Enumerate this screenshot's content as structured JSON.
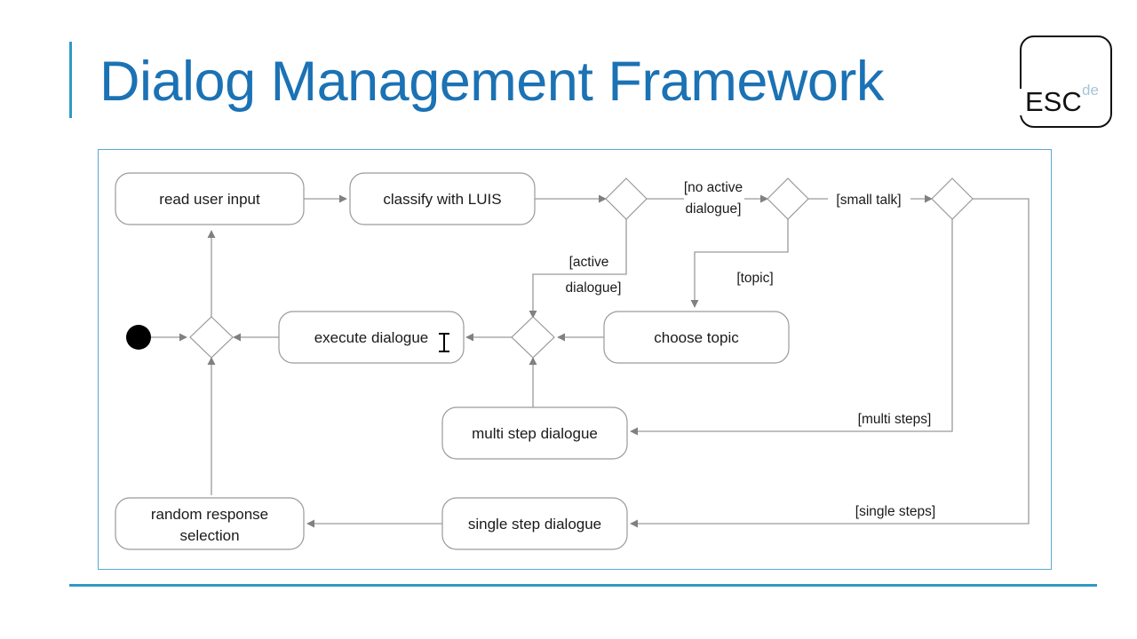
{
  "header": {
    "title": "Dialog Management Framework",
    "accent_color": "#1b72b4",
    "rule_color": "#2e9bc4"
  },
  "logo": {
    "primary_text": "ESC",
    "secondary_text": "de",
    "primary_color": "#111111",
    "secondary_color": "#a8c4d6"
  },
  "diagram": {
    "type": "uml-activity-diagram",
    "border_color": "#5ba8d0",
    "nodes": [
      {
        "id": "start",
        "kind": "initial-node",
        "label": ""
      },
      {
        "id": "read_input",
        "kind": "activity",
        "label": "read user input"
      },
      {
        "id": "classify",
        "kind": "activity",
        "label": "classify with LUIS"
      },
      {
        "id": "d1",
        "kind": "decision",
        "label": ""
      },
      {
        "id": "d2",
        "kind": "decision",
        "label": ""
      },
      {
        "id": "d3",
        "kind": "decision",
        "label": ""
      },
      {
        "id": "merge_left",
        "kind": "merge",
        "label": ""
      },
      {
        "id": "merge_mid",
        "kind": "merge",
        "label": ""
      },
      {
        "id": "execute",
        "kind": "activity",
        "label": "execute dialogue"
      },
      {
        "id": "choose_topic",
        "kind": "activity",
        "label": "choose topic"
      },
      {
        "id": "multi_step",
        "kind": "activity",
        "label": "multi step dialogue"
      },
      {
        "id": "single_step",
        "kind": "activity",
        "label": "single step dialogue"
      },
      {
        "id": "random_resp",
        "kind": "activity",
        "label": "random response selection",
        "label_lines": [
          "random response",
          "selection"
        ]
      }
    ],
    "edge_labels": {
      "no_active_dialogue": "[no active dialogue]",
      "no_active_dialogue_lines": [
        "[no active",
        "dialogue]"
      ],
      "active_dialogue": "[active dialogue]",
      "active_dialogue_lines": [
        "[active",
        "dialogue]"
      ],
      "small_talk": "[small talk]",
      "topic": "[topic]",
      "multi_steps": "[multi steps]",
      "single_steps": "[single steps]"
    },
    "edges": [
      {
        "from": "start",
        "to": "merge_left",
        "label": ""
      },
      {
        "from": "merge_left",
        "to": "read_input",
        "label": ""
      },
      {
        "from": "read_input",
        "to": "classify",
        "label": ""
      },
      {
        "from": "classify",
        "to": "d1",
        "label": ""
      },
      {
        "from": "d1",
        "to": "d2",
        "label": "[no active dialogue]"
      },
      {
        "from": "d1",
        "to": "merge_mid",
        "label": "[active dialogue]"
      },
      {
        "from": "d2",
        "to": "d3",
        "label": "[small talk]"
      },
      {
        "from": "d2",
        "to": "choose_topic",
        "label": "[topic]"
      },
      {
        "from": "d3",
        "to": "multi_step",
        "label": "[multi steps]"
      },
      {
        "from": "d3",
        "to": "single_step",
        "label": "[single steps]"
      },
      {
        "from": "choose_topic",
        "to": "merge_mid",
        "label": ""
      },
      {
        "from": "multi_step",
        "to": "merge_mid",
        "label": ""
      },
      {
        "from": "merge_mid",
        "to": "execute",
        "label": ""
      },
      {
        "from": "execute",
        "to": "merge_left",
        "label": ""
      },
      {
        "from": "single_step",
        "to": "random_resp",
        "label": ""
      },
      {
        "from": "random_resp",
        "to": "merge_left",
        "label": ""
      }
    ]
  }
}
